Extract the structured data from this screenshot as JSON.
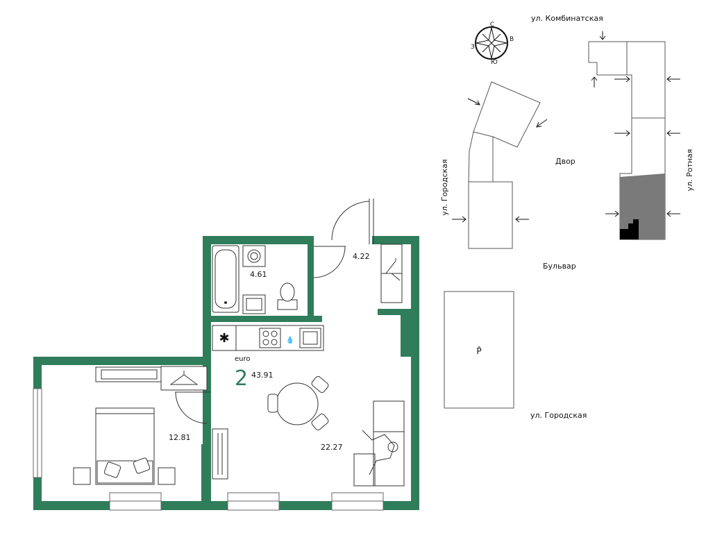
{
  "plan": {
    "type_label": "euro",
    "rooms_count": "2",
    "total_area": "43.91",
    "areas": {
      "bathroom": "4.22",
      "hall": "4.61",
      "bedroom": "12.81",
      "living": "22.27"
    }
  },
  "site": {
    "streets": {
      "top": "ул. Комбинатская",
      "left": "ул. Городская",
      "right": "ул. Ротная",
      "bottom": "ул. Городская"
    },
    "yard": "Двор",
    "boulevard": "Бульвар",
    "parking": "P̂",
    "compass": {
      "n": "С",
      "e": "В",
      "s": "Ю",
      "w": "З"
    }
  },
  "colors": {
    "wall": "#2f7d5b",
    "highlight": "#7a7a7a"
  }
}
